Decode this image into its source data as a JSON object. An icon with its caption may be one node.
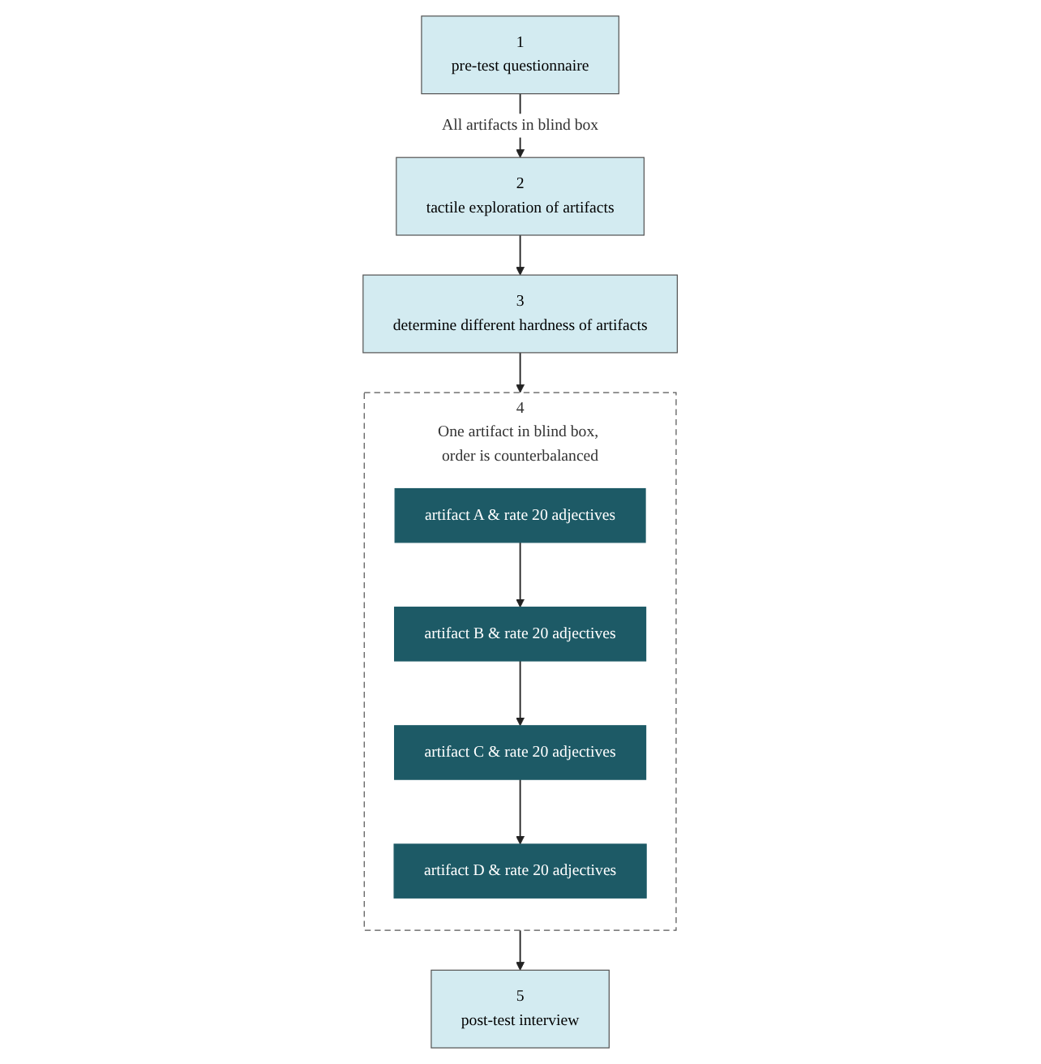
{
  "diagram": {
    "nodes": [
      {
        "text": [
          "1",
          "pre-test questionnaire"
        ]
      },
      {
        "text": [
          "2",
          "tactile exploration of artifacts"
        ]
      },
      {
        "text": [
          "3",
          "determine different hardness of artifacts"
        ]
      },
      {
        "text": [
          "4",
          "One artifact in blind box, order is counterbalanced"
        ]
      },
      {
        "text": [
          "artifact A & rate 20 adjectives"
        ],
        "in": 3
      },
      {
        "text": [
          "artifact B & rate 20 adjectives"
        ],
        "in": 3
      },
      {
        "text": [
          "artifact C & rate 20 adjectives"
        ],
        "in": 3
      },
      {
        "text": [
          "artifact D & rate 20 adjectives"
        ],
        "in": 3
      },
      {
        "text": [
          "5",
          "post-test interview"
        ]
      }
    ],
    "edges": [
      {
        "from": 0,
        "to": 1,
        "arrow": "to",
        "label": "All artifacts in blind box"
      },
      {
        "from": 1,
        "to": 2,
        "arrow": "to"
      },
      {
        "from": 2,
        "to": 3,
        "arrow": "to"
      },
      {
        "from": 4,
        "to": 5,
        "arrow": "to"
      },
      {
        "from": 5,
        "to": 6,
        "arrow": "to"
      },
      {
        "from": 6,
        "to": 7,
        "arrow": "to"
      },
      {
        "from": 3,
        "to": 8,
        "arrow": "to"
      }
    ]
  }
}
